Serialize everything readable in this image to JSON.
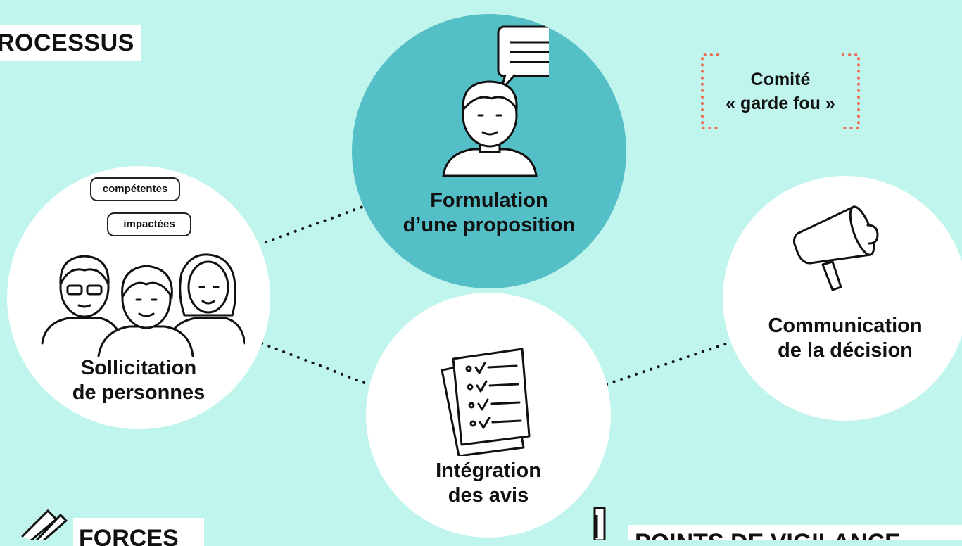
{
  "title": "ROCESSUS",
  "committee": {
    "line1": "Comité",
    "line2": "« garde fou »"
  },
  "nodes": {
    "proposition": {
      "line1": "Formulation",
      "line2": "d’une proposition"
    },
    "sollicitation": {
      "line1": "Sollicitation",
      "line2": "de personnes"
    },
    "integration": {
      "line1": "Intégration",
      "line2": "des avis"
    },
    "communication": {
      "line1": "Communication",
      "line2": "de la décision"
    }
  },
  "bubbles": {
    "top": "compétentes",
    "bottom": "impactées"
  },
  "forces": "FORCES",
  "vigilance": "POINTS DE VIGILANCE",
  "colors": {
    "background": "#bff5ec",
    "accent": "#55bfc7",
    "dotted_frame": "#ef6b55",
    "ink": "#111111"
  },
  "icons": [
    "speech-bubble-icon",
    "person-icon",
    "group-of-people-icon",
    "checklist-icon",
    "megaphone-icon",
    "pencil-ruler-icon",
    "pen-icon"
  ]
}
